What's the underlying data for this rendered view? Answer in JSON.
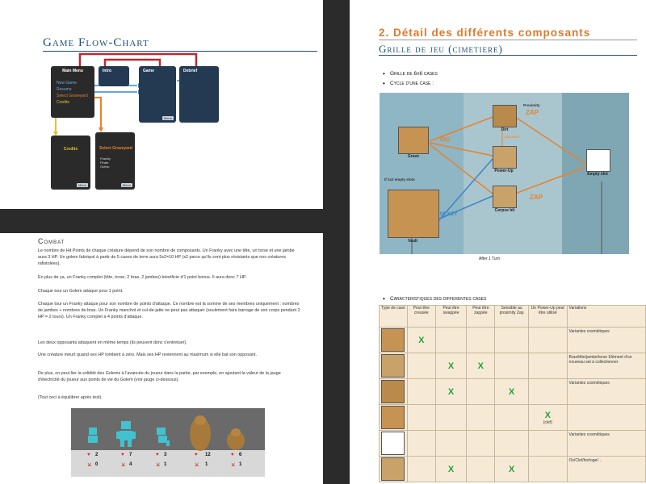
{
  "top_left": {
    "title": "Game Flow-Chart",
    "main_menu": {
      "title": "Main Menu",
      "items": [
        "New Game",
        "Resume",
        "Select Graveyard",
        "Credits"
      ]
    },
    "intro": "Intro",
    "game": "Game",
    "debrief": "Debrief",
    "credits": "Credits",
    "select_graveyard": {
      "title": "Select Graveyard",
      "lines": [
        "Frankly",
        "Pirate",
        "Gothic"
      ]
    },
    "menu_label": "Menu",
    "colors": {
      "box": "#243a52",
      "red_arrow": "#c0282d",
      "blue_arrow": "#3b86c8",
      "orange_arrow": "#e8822b",
      "yellow_arrow": "#e3c32a"
    }
  },
  "combat": {
    "title": "Combat",
    "paragraphs": [
      "Le nombre de Hit Points de chaque créature dépend de son nombre de composants. Un Franky avec une tête, un torse et une jambe aura 3 HP. Un golem fabriqué à partir de 5 cases de terre aura 5x2=10 HP (x2 parce qu'ils sont plus résistants que nos créatures rafistolées).",
      "En plus de ça, un Franky complet (tête, torse, 2 bras, 2 jambes) bénéficie d'1 point bonus. Il aura donc 7 HP.",
      "Chaque tour un Golem attaque pour 1 point.",
      "Chaque tour un Franky attaque pour son nombre de points d'attaque. Ce nombre est la somme de ses membres uniquement : nombres de jambes + nombres de bras. Un Franky manchot et cul-de-jatte ne peut pas attaquer (seulement faire barrage de son corps pendant 2 HP = 2 tours). Un Franky complet a 4 points d'attaque.",
      "Les deux opposants attaquent en même temps (ils peuvent donc s'entretuer).",
      "Une créature meurt quand ses HP tombent à zéro. Mais ses HP reviennent au maximum si elle bat son opposant.",
      "De plus, on peut lier la solidité des Golems à l'avancée du joueur dans la partie, par exemple, en ajoutant la valeur de la jauge d'électricité du joueur aux points de vie du Golem (voir jauge ci-dessous).",
      "(Tout ceci à équilibrer après test)."
    ],
    "units": [
      {
        "hp": "2",
        "atk": "0"
      },
      {
        "hp": "7",
        "atk": "4"
      },
      {
        "hp": "3",
        "atk": "1"
      },
      {
        "hp": "12",
        "atk": "1"
      },
      {
        "hp": "6",
        "atk": "1"
      }
    ]
  },
  "right": {
    "heading": "2. Détail des différents composants",
    "subheading": "Grille de jeu (cimetiere)",
    "bullets": [
      "Grille de 6x6 cases",
      "Cycle d'une case :"
    ],
    "cycle": {
      "grave": "Grave",
      "dig": "DIG",
      "dirt": "Dirt",
      "proximity": "Proximity",
      "zap1": "ZAP",
      "collect": "COLLECT",
      "powerup": "Power-Up",
      "corpse": "Corpse bit",
      "zap2": "ZAP",
      "use_key": "USE KEY",
      "empty_slots_note": "If 2x2 empty slots",
      "vault": "Vault",
      "empty_slot": "Empty slot",
      "after_turn": "After 1 Turn"
    },
    "table_bullet": "Caracteristiques des differentes cases",
    "table": {
      "headers": [
        "Type de case",
        "Peut être creusée",
        "Peut être swappée",
        "Peut être zappée",
        "Sensible au proximity Zap",
        "Un Power-Up peut être utilisé",
        "Variations"
      ],
      "rows": [
        {
          "c": [
            "X",
            "",
            "",
            "",
            ""
          ],
          "desc": "Variantes cosmétiques",
          "note": ""
        },
        {
          "c": [
            "",
            "X",
            "X",
            "",
            ""
          ],
          "desc": "Bras/tête/jambe/torse Elément d'un nouveau set à collectionner",
          "note": ""
        },
        {
          "c": [
            "",
            "X",
            "",
            "X",
            ""
          ],
          "desc": "Variantes cosmétiques",
          "note": ""
        },
        {
          "c": [
            "",
            "",
            "",
            "",
            "X"
          ],
          "desc": "",
          "note": "(clef)"
        },
        {
          "c": [
            "",
            "",
            "",
            "",
            ""
          ],
          "desc": "Variantes cosmétiques",
          "note": ""
        },
        {
          "c": [
            "",
            "X",
            "",
            "X",
            ""
          ],
          "desc": "Os/Clef/horloge/…",
          "note": ""
        }
      ]
    }
  }
}
